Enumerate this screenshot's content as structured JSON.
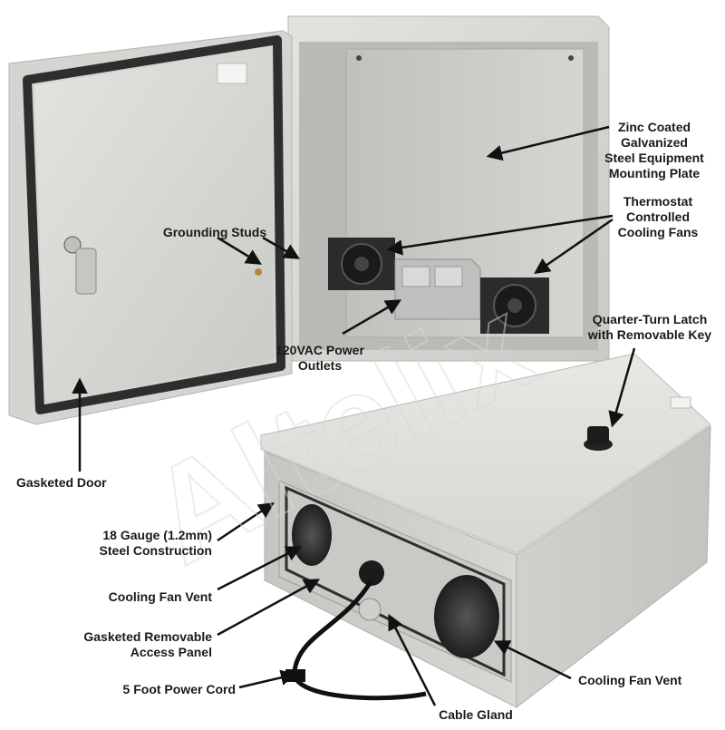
{
  "callouts": {
    "mounting_plate": {
      "line1": "Zinc Coated",
      "line2": "Galvanized",
      "line3": "Steel Equipment",
      "line4": "Mounting Plate"
    },
    "cooling_fans": {
      "line1": "Thermostat",
      "line2": "Controlled",
      "line3": "Cooling Fans"
    },
    "grounding_studs": "Grounding Studs",
    "power_outlets": {
      "line1": "120VAC Power",
      "line2": "Outlets"
    },
    "latch": {
      "line1": "Quarter-Turn Latch",
      "line2": "with Removable Key"
    },
    "gasketed_door": "Gasketed Door",
    "steel_construction": {
      "line1": "18 Gauge (1.2mm)",
      "line2": "Steel Construction"
    },
    "fan_vent_left": "Cooling Fan Vent",
    "access_panel": {
      "line1": "Gasketed Removable",
      "line2": "Access Panel"
    },
    "power_cord": "5 Foot Power Cord",
    "cable_gland": "Cable Gland",
    "fan_vent_right": "Cooling Fan Vent"
  },
  "watermark": "Altelix",
  "colors": {
    "enclosure": "#d8d9d4",
    "gasket": "#2d2f2f",
    "label": "#1a1a1a",
    "background": "#ffffff"
  }
}
